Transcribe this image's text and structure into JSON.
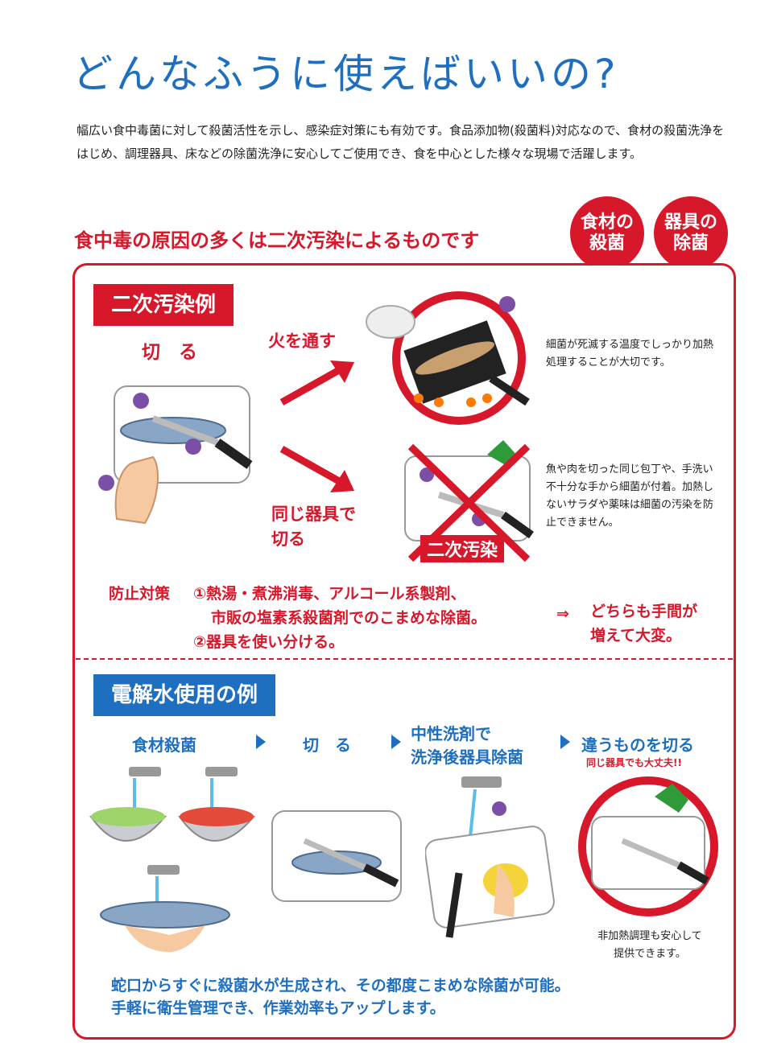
{
  "title": "どんなふうに使えばいいの?",
  "intro": "幅広い食中毒菌に対して殺菌活性を示し、感染症対策にも有効です。食品添加物(殺菌料)対応なので、食材の殺菌洗浄をはじめ、調理器具、床などの除菌洗浄に安心してご使用でき、食を中心とした様々な現場で活躍します。",
  "headline": "食中毒の原因の多くは二次汚染によるものです",
  "badges": [
    "食材の\n殺菌",
    "器具の\n除菌"
  ],
  "section1": {
    "label": "二次汚染例",
    "cut": "切　る",
    "fire": "火を通す",
    "fire_note": "細菌が死滅する温度でしっかり加熱処理することが大切です。",
    "same_tool_line1": "同じ器具で",
    "same_tool_line2": "切る",
    "contamination": "二次汚染",
    "contam_note": "魚や肉を切った同じ包丁や、手洗い不十分な手から細菌が付着。加熱しないサラダや薬味は細菌の汚染を防止できません。",
    "prevention_label": "防止対策",
    "prevention_1a": "①熱湯・煮沸消毒、アルコール系製剤、",
    "prevention_1b": "市販の塩素系殺菌剤でのこまめな除菌。",
    "prevention_2": "②器具を使い分ける。",
    "arrow_symbol": "⇒",
    "result_line1": "どちらも手間が",
    "result_line2": "増えて大変。"
  },
  "section2": {
    "label": "電解水使用の例",
    "step1": "食材殺菌",
    "step2": "切　る",
    "step3_line1": "中性洗剤で",
    "step3_line2": "洗浄後器具除菌",
    "step4": "違うものを切る",
    "step4_sub": "同じ器具でも大丈夫!!",
    "step4_note_line1": "非加熱調理も安心して",
    "step4_note_line2": "提供できます。",
    "summary_line1": "蛇口からすぐに殺菌水が生成され、その都度こまめな除菌が可能。",
    "summary_line2": "手軽に衛生管理でき、作業効率もアップします。"
  },
  "colors": {
    "red": "#d7182a",
    "blue": "#1f6fc0"
  }
}
